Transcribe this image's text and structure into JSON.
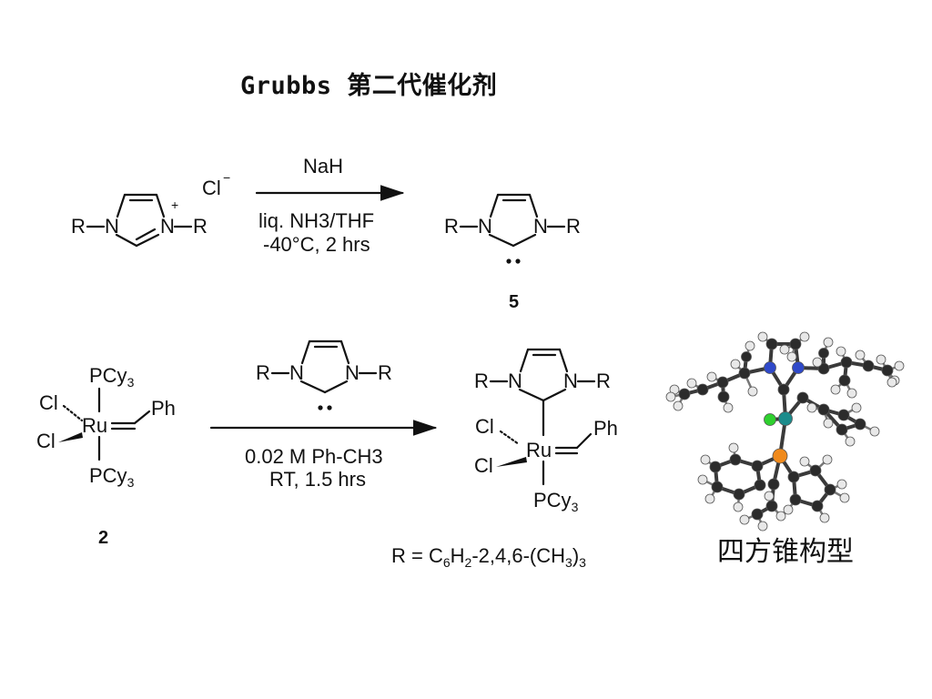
{
  "slide": {
    "title": "Grubbs 第二代催化剂"
  },
  "reaction1": {
    "reagent_above": "NaH",
    "conditions_line1": "liq. NH3/THF",
    "conditions_line2": "-40°C, 2 hrs",
    "counterion": "Cl",
    "counterion_charge": "−",
    "cation_charge": "+",
    "product_label": "5"
  },
  "reaction2": {
    "reactant_label": "2",
    "conditions_line1": "0.02 M Ph-CH3",
    "conditions_line2": "RT, 1.5 hrs"
  },
  "atoms": {
    "R": "R",
    "N": "N",
    "Ru": "Ru",
    "Cl": "Cl",
    "PCy3": "PCy3",
    "Ph": "Ph"
  },
  "r_definition": "R = C6H2-2,4,6-(CH3)3",
  "geometry_caption": "四方锥构型",
  "model_colors": {
    "carbon": "#2b2b2b",
    "hydrogen": "#e8e8e8",
    "nitrogen": "#2f49c9",
    "ruthenium": "#1c8c8c",
    "chlorine": "#2fd02f",
    "phosphorus": "#f08a1c"
  }
}
